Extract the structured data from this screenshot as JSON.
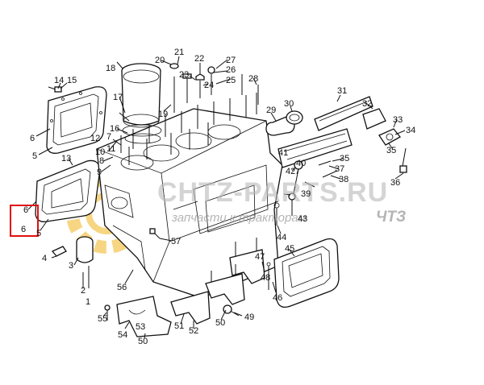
{
  "watermark": {
    "site": "CHTZ-PARTS.RU",
    "tagline": "запчасти к тракторам",
    "brand": "ЧТЗ",
    "gear_color": "#f2b61e"
  },
  "highlight": {
    "label": "6",
    "color": "#e01010"
  },
  "callouts": [
    {
      "id": "c1",
      "text": "1"
    },
    {
      "id": "c2",
      "text": "2"
    },
    {
      "id": "c3",
      "text": "3"
    },
    {
      "id": "c4",
      "text": "4"
    },
    {
      "id": "c5a",
      "text": "5"
    },
    {
      "id": "c5b",
      "text": "5"
    },
    {
      "id": "c6a",
      "text": "6"
    },
    {
      "id": "c6b",
      "text": "6"
    },
    {
      "id": "c6c",
      "text": "6"
    },
    {
      "id": "c7",
      "text": "7"
    },
    {
      "id": "c8",
      "text": "8"
    },
    {
      "id": "c9",
      "text": "9"
    },
    {
      "id": "c10",
      "text": "10"
    },
    {
      "id": "c11",
      "text": "11"
    },
    {
      "id": "c12",
      "text": "12"
    },
    {
      "id": "c13",
      "text": "13"
    },
    {
      "id": "c14",
      "text": "14"
    },
    {
      "id": "c15",
      "text": "15"
    },
    {
      "id": "c16",
      "text": "16"
    },
    {
      "id": "c17",
      "text": "17"
    },
    {
      "id": "c18",
      "text": "18"
    },
    {
      "id": "c19",
      "text": "19"
    },
    {
      "id": "c20",
      "text": "20"
    },
    {
      "id": "c21",
      "text": "21"
    },
    {
      "id": "c22",
      "text": "22"
    },
    {
      "id": "c23",
      "text": "23"
    },
    {
      "id": "c24",
      "text": "24"
    },
    {
      "id": "c25",
      "text": "25"
    },
    {
      "id": "c26",
      "text": "26"
    },
    {
      "id": "c27",
      "text": "27"
    },
    {
      "id": "c28",
      "text": "28"
    },
    {
      "id": "c29",
      "text": "29"
    },
    {
      "id": "c30",
      "text": "30"
    },
    {
      "id": "c31",
      "text": "31"
    },
    {
      "id": "c32",
      "text": "32"
    },
    {
      "id": "c33",
      "text": "33"
    },
    {
      "id": "c34",
      "text": "34"
    },
    {
      "id": "c35a",
      "text": "35"
    },
    {
      "id": "c35b",
      "text": "35"
    },
    {
      "id": "c36",
      "text": "36"
    },
    {
      "id": "c37",
      "text": "37"
    },
    {
      "id": "c38",
      "text": "38"
    },
    {
      "id": "c39",
      "text": "39"
    },
    {
      "id": "c40",
      "text": "40"
    },
    {
      "id": "c41",
      "text": "41"
    },
    {
      "id": "c42",
      "text": "42"
    },
    {
      "id": "c43",
      "text": "43"
    },
    {
      "id": "c44",
      "text": "44"
    },
    {
      "id": "c45",
      "text": "45"
    },
    {
      "id": "c46",
      "text": "46"
    },
    {
      "id": "c47",
      "text": "47"
    },
    {
      "id": "c48",
      "text": "48"
    },
    {
      "id": "c49",
      "text": "49"
    },
    {
      "id": "c50a",
      "text": "50"
    },
    {
      "id": "c50b",
      "text": "50"
    },
    {
      "id": "c51",
      "text": "51"
    },
    {
      "id": "c52",
      "text": "52"
    },
    {
      "id": "c53",
      "text": "53"
    },
    {
      "id": "c54",
      "text": "54"
    },
    {
      "id": "c55",
      "text": "55"
    },
    {
      "id": "c56",
      "text": "56"
    },
    {
      "id": "c57",
      "text": "57"
    }
  ]
}
